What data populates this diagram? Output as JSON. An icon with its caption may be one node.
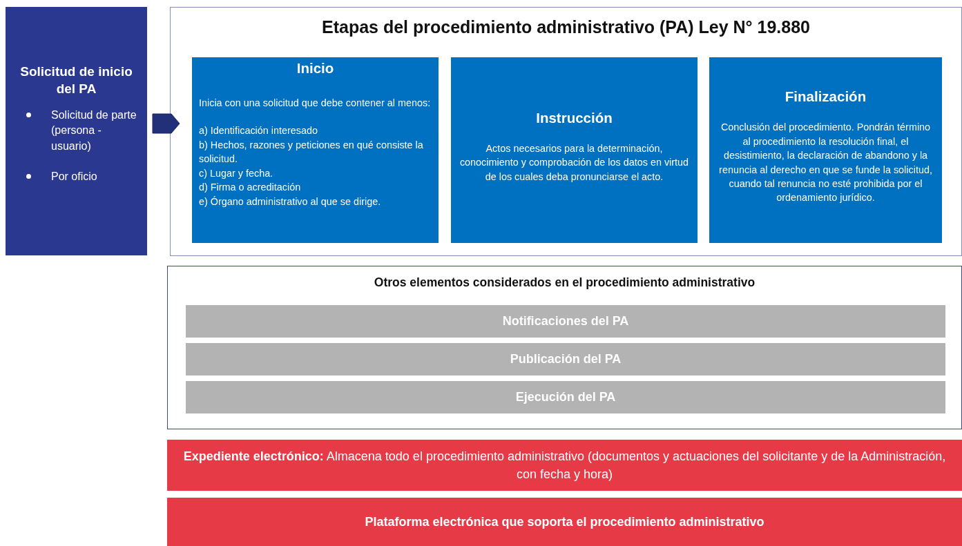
{
  "diagram": {
    "nodes": [
      {
        "text": [
          "Solicitud de inicio del PA",
          "Solicitud de parte (persona - usuario)",
          "Por oficio"
        ]
      },
      {
        "text": [
          "Etapas del procedimiento administrativo (PA) Ley N° 19.880"
        ]
      },
      {
        "text": [
          "Inicio",
          "Inicia con una solicitud que debe contener al menos:",
          "a) Identificación interesado",
          "b) Hechos, razones y peticiones en qué consiste la solicitud.",
          "c) Lugar y fecha.",
          "d) Firma o acreditación",
          "e) Órgano administrativo al que se dirige."
        ],
        "in": 1
      },
      {
        "text": [
          "Instrucción",
          "Actos necesarios para la determinación, conocimiento y comprobación de los datos en virtud de los cuales deba pronunciarse el acto."
        ],
        "in": 1
      },
      {
        "text": [
          "Finalización",
          "Conclusión del procedimiento. Pondrán término al procedimiento la resolución final, el desistimiento, la declaración de abandono y la renuncia al derecho en que se funde la solicitud, cuando tal renuncia no esté prohibida por el ordenamiento jurídico."
        ],
        "in": 1
      },
      {
        "text": [
          "Otros elementos considerados en el procedimiento administrativo"
        ]
      },
      {
        "text": [
          "Notificaciones del PA"
        ],
        "in": 5
      },
      {
        "text": [
          "Publicación del PA"
        ],
        "in": 5
      },
      {
        "text": [
          "Ejecución del PA"
        ],
        "in": 5
      },
      {
        "text": [
          "**Expediente electrónico:** Almacena todo el procedimiento administrativo (documentos y actuaciones del solicitante y de la Administración, con fecha y hora)"
        ]
      },
      {
        "text": [
          "Plataforma electrónica que soporta el procedimiento administrativo"
        ]
      }
    ],
    "edges": [
      {
        "from": 0,
        "to": 1,
        "arrow": "to"
      }
    ]
  }
}
